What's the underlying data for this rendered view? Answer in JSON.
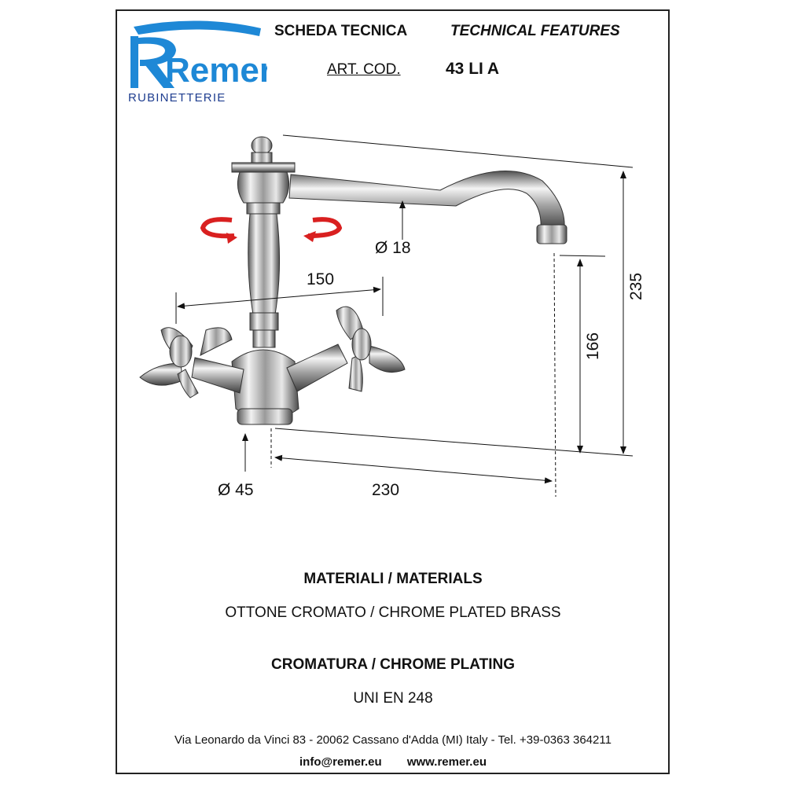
{
  "header": {
    "logo_brand": "Remer",
    "logo_subtitle": "RUBINETTERIE",
    "title_it": "SCHEDA TECNICA",
    "title_en": "TECHNICAL FEATURES",
    "article_label": "ART. COD.",
    "article_code": "43 LI A"
  },
  "dimensions": {
    "spout_diameter": "Ø 18",
    "handle_span": "150",
    "total_height": "235",
    "spout_height": "166",
    "base_diameter": "Ø 45",
    "spout_reach": "230"
  },
  "materials": {
    "heading": "MATERIALI / MATERIALS",
    "value": "OTTONE CROMATO / CHROME PLATED BRASS"
  },
  "plating": {
    "heading": "CROMATURA / CHROME PLATING",
    "value": "UNI EN 248"
  },
  "footer": {
    "address": "Via Leonardo da Vinci 83 - 20062 Cassano d'Adda (MI) Italy - Tel. +39-0363 364211",
    "email": "info@remer.eu",
    "website": "www.remer.eu"
  },
  "colors": {
    "brand_blue": "#1e88d6",
    "brand_dark": "#1e3d8f",
    "arrow_red": "#d92020"
  }
}
